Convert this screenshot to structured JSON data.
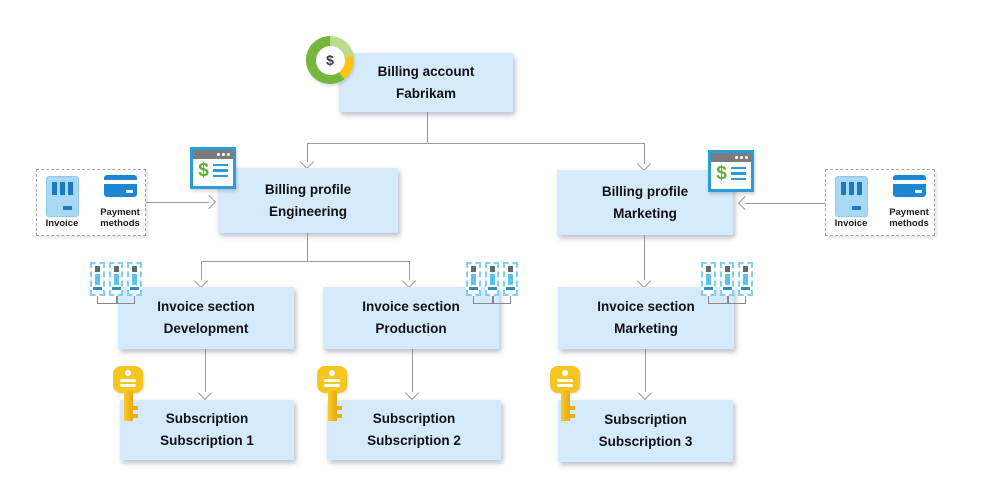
{
  "nodes": {
    "billing_account": {
      "line1": "Billing account",
      "line2": "Fabrikam"
    },
    "profile_engineering": {
      "line1": "Billing profile",
      "line2": "Engineering"
    },
    "profile_marketing": {
      "line1": "Billing profile",
      "line2": "Marketing"
    },
    "invoice_development": {
      "line1": "Invoice section",
      "line2": "Development"
    },
    "invoice_production": {
      "line1": "Invoice section",
      "line2": "Production"
    },
    "invoice_marketing": {
      "line1": "Invoice section",
      "line2": "Marketing"
    },
    "subscription_1": {
      "line1": "Subscription",
      "line2": "Subscription 1"
    },
    "subscription_2": {
      "line1": "Subscription",
      "line2": "Subscription 2"
    },
    "subscription_3": {
      "line1": "Subscription",
      "line2": "Subscription 3"
    }
  },
  "panels": {
    "left": {
      "invoice_label": "Invoice",
      "payment_label": "Payment methods"
    },
    "right": {
      "invoice_label": "Invoice",
      "payment_label": "Payment methods"
    }
  },
  "icons": {
    "dollar": "$"
  },
  "colors": {
    "box_fill": "#d5eafc",
    "connector_gray": "#9b9b9b",
    "donut_green": "#77b63d",
    "donut_light_green": "#bbdb8e",
    "donut_yellow": "#fdc513",
    "window_border_blue": "#2b9cd8",
    "statement_dollar_green": "#5faf33",
    "invoice_icon_blue": "#1a7abf",
    "invoice_icon_fill": "#a8d8f3",
    "payment_card_blue": "#1d87d6",
    "invoice_group_dashed_blue": "#7fd0f2",
    "key_yellow": "#f7c51f"
  }
}
